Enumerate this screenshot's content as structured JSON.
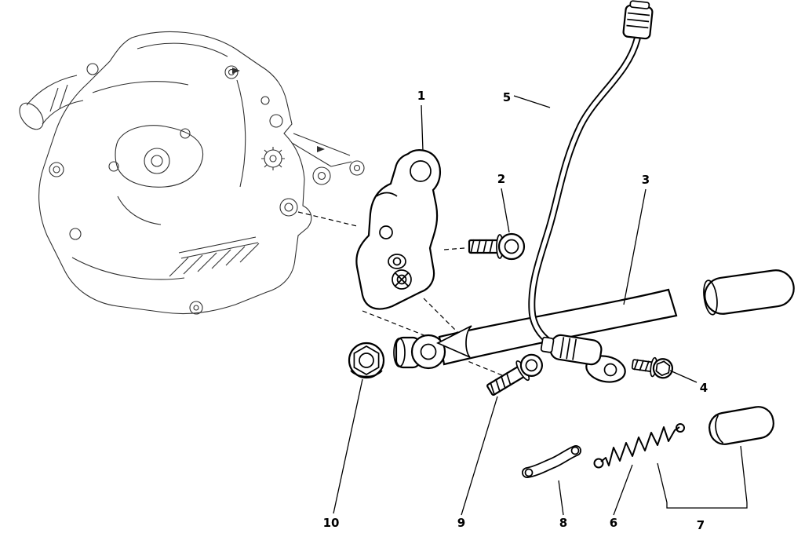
{
  "figure": {
    "background_color": "#ffffff",
    "line_color": "#000000",
    "callouts": [
      {
        "id": "callout-1",
        "text": "1"
      },
      {
        "id": "callout-2",
        "text": "2"
      },
      {
        "id": "callout-3",
        "text": "3"
      },
      {
        "id": "callout-4",
        "text": "4"
      },
      {
        "id": "callout-5",
        "text": "5"
      },
      {
        "id": "callout-6",
        "text": "6"
      },
      {
        "id": "callout-7",
        "text": "7"
      },
      {
        "id": "callout-8",
        "text": "8"
      },
      {
        "id": "callout-9",
        "text": "9"
      },
      {
        "id": "callout-10",
        "text": "10"
      }
    ]
  }
}
